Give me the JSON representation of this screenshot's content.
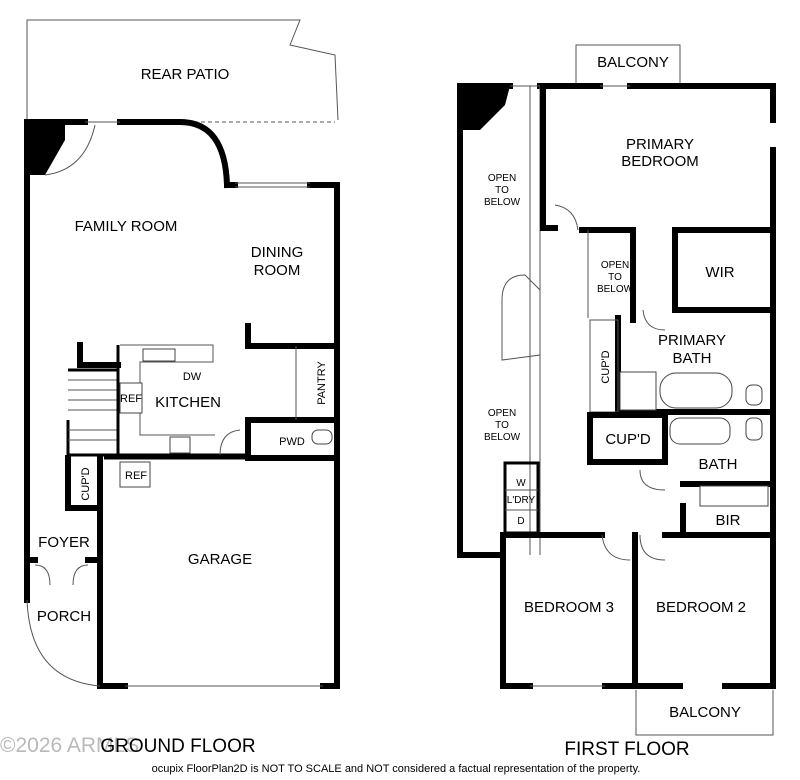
{
  "ground_floor": {
    "title": "GROUND FLOOR",
    "rooms": {
      "rear_patio": "REAR PATIO",
      "family_room": "FAMILY ROOM",
      "dining_room": [
        "DINING",
        "ROOM"
      ],
      "kitchen": "KITCHEN",
      "dw": "DW",
      "ref_kitchen": "REF",
      "pantry": "PANTRY",
      "pwd": "PWD",
      "cupd": "CUP'D",
      "ref_garage": "REF",
      "garage": "GARAGE",
      "foyer": "FOYER",
      "porch": "PORCH"
    }
  },
  "first_floor": {
    "title": "FIRST FLOOR",
    "rooms": {
      "balcony_top": "BALCONY",
      "primary_bedroom": [
        "PRIMARY",
        "BEDROOM"
      ],
      "open_to_below_upper": [
        "OPEN",
        "TO",
        "BELOW"
      ],
      "open_to_below_center": [
        "OPEN",
        "TO",
        "BELOW"
      ],
      "open_to_below_lower": [
        "OPEN",
        "TO",
        "BELOW"
      ],
      "wir": "WIR",
      "primary_bath": [
        "PRIMARY",
        "BATH"
      ],
      "cupd_vertical": "CUP'D",
      "cupd_hall": "CUP'D",
      "bath": "BATH",
      "w": "W",
      "ldry": "L'DRY",
      "d": "D",
      "bir": "BIR",
      "bedroom_3": "BEDROOM 3",
      "bedroom_2": "BEDROOM 2",
      "balcony_bottom": "BALCONY"
    }
  },
  "watermark": "©2026 ARMLS",
  "disclaimer": "ocupix FloorPlan2D is NOT TO SCALE and NOT considered a factual representation of the property."
}
